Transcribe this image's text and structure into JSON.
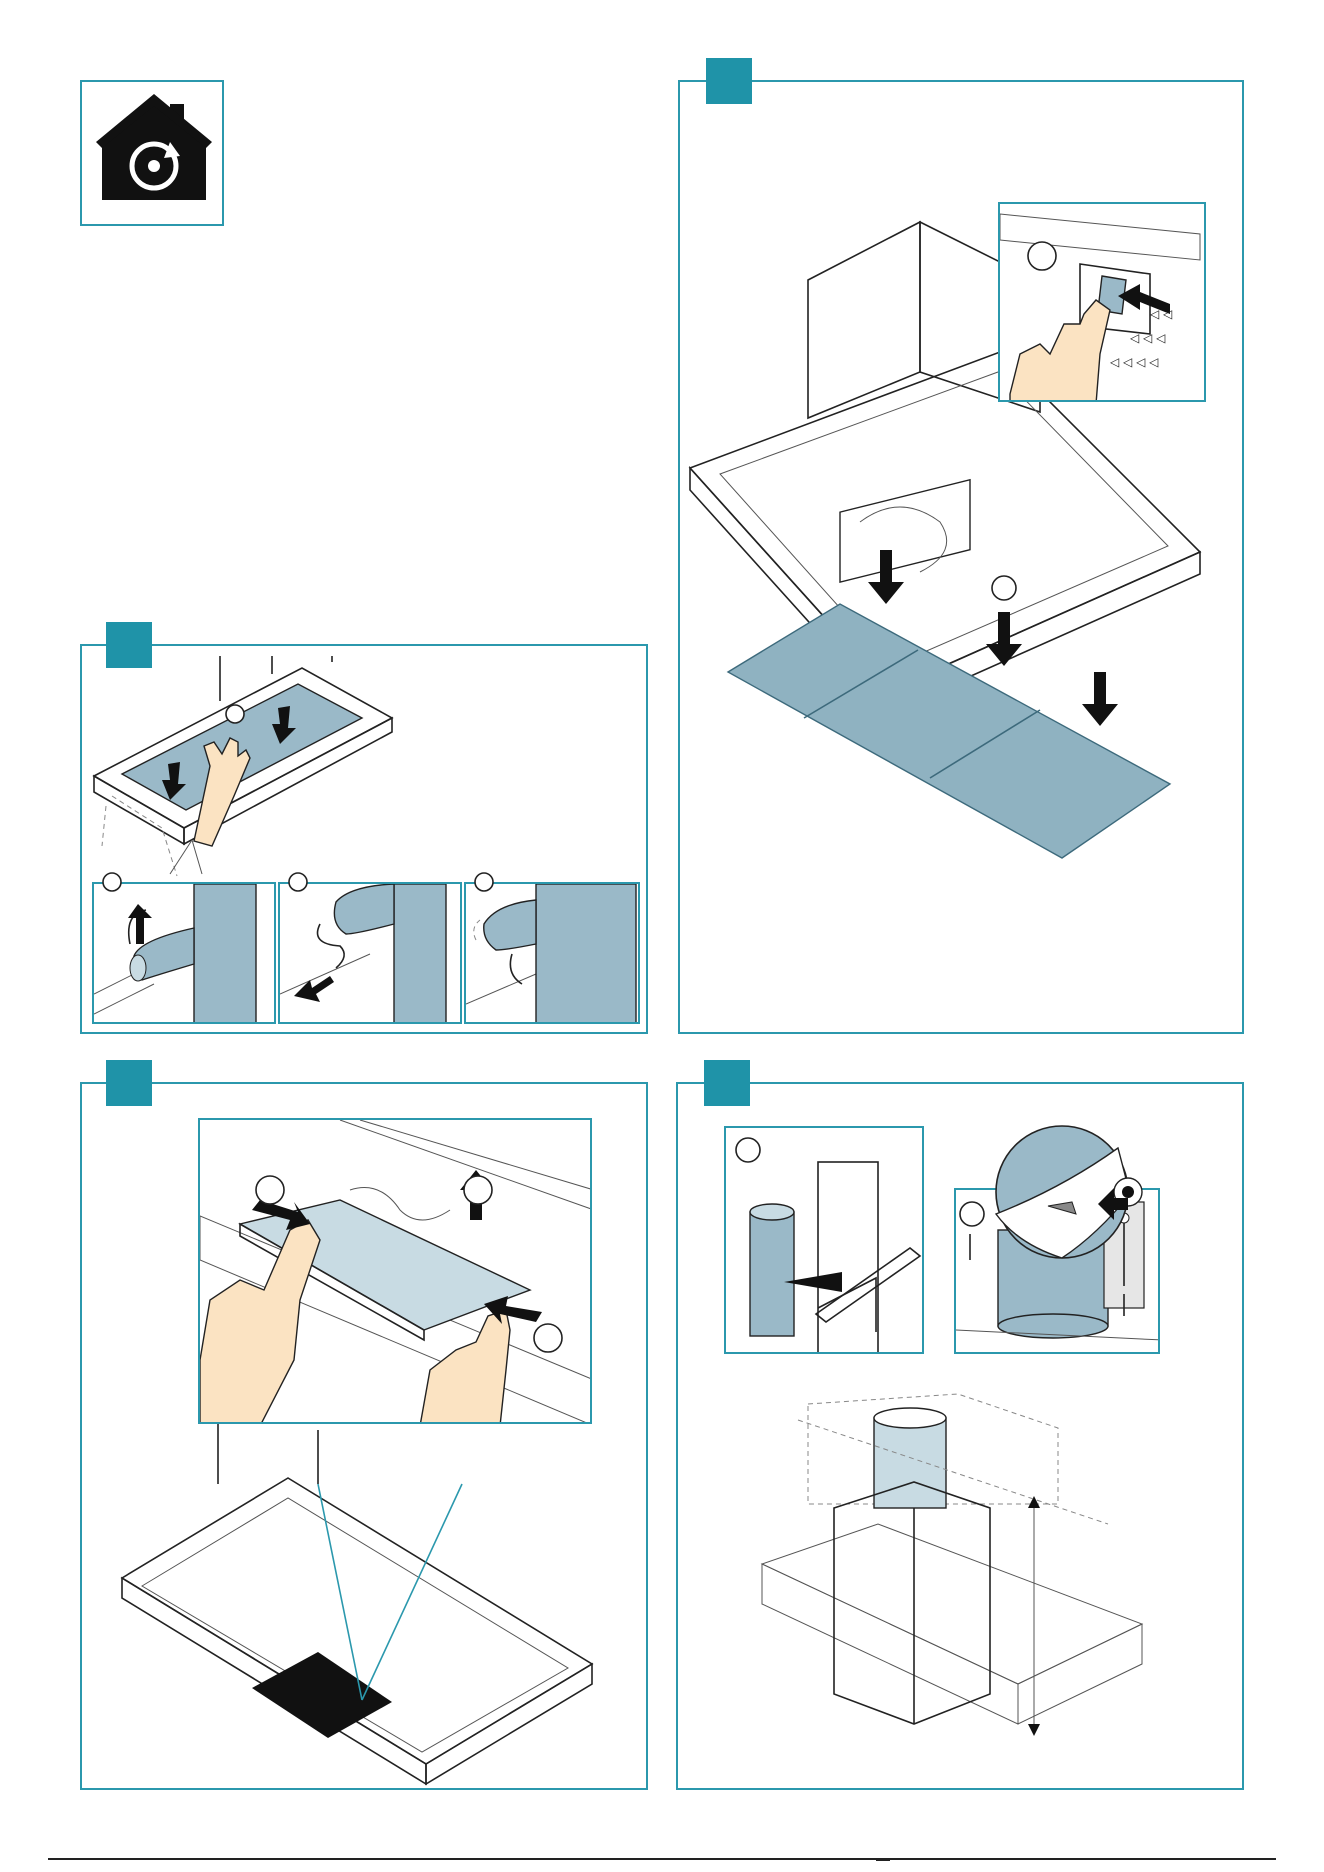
{
  "colors": {
    "frame": "#2b98ad",
    "tag": "#1f93a8",
    "filter_blue": "#8fb2c1",
    "skin": "#fbe3c2"
  },
  "icons": {
    "home_service": "house-refresh-icon",
    "eye": "eye-icon",
    "screw": "screw-icon",
    "arrow": "arrow-icon"
  },
  "panels": {
    "home_icon": "house-refresh-icon",
    "filter_removal": "step-panel",
    "charcoal_filter": "step-panel",
    "grease_filters": "step-panel",
    "chimney": "step-panel"
  }
}
